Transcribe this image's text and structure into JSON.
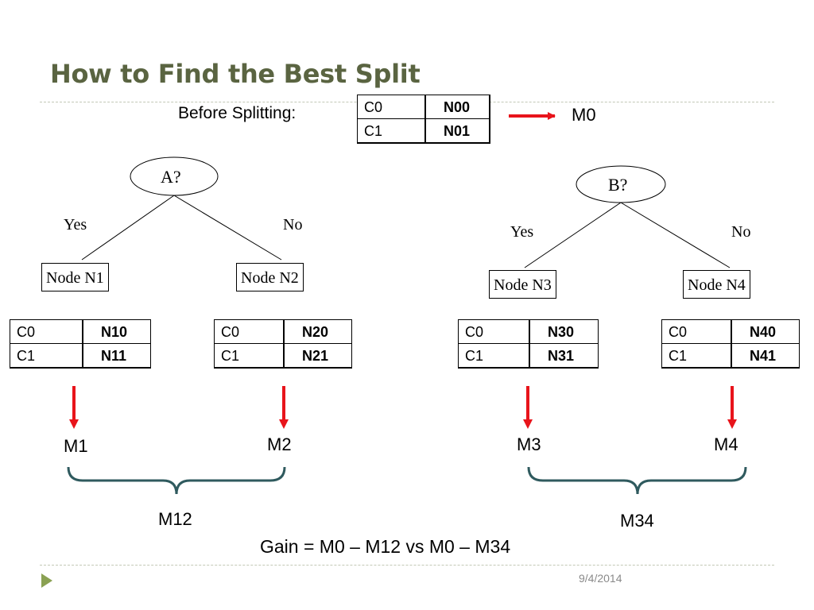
{
  "slide": {
    "title": "How to Find the Best Split",
    "date": "9/4/2014"
  },
  "before": {
    "label": "Before Splitting:",
    "rows": [
      {
        "c": "C0",
        "v": "N00"
      },
      {
        "c": "C1",
        "v": "N01"
      }
    ],
    "measure": "M0"
  },
  "tree_a": {
    "question": "A?",
    "yes_label": "Yes",
    "no_label": "No",
    "left_node": "Node N1",
    "right_node": "Node N2",
    "left_table": [
      {
        "c": "C0",
        "v": "N10"
      },
      {
        "c": "C1",
        "v": "N11"
      }
    ],
    "right_table": [
      {
        "c": "C0",
        "v": "N20"
      },
      {
        "c": "C1",
        "v": "N21"
      }
    ],
    "left_measure": "M1",
    "right_measure": "M2",
    "combined": "M12"
  },
  "tree_b": {
    "question": "B?",
    "yes_label": "Yes",
    "no_label": "No",
    "left_node": "Node N3",
    "right_node": "Node N4",
    "left_table": [
      {
        "c": "C0",
        "v": "N30"
      },
      {
        "c": "C1",
        "v": "N31"
      }
    ],
    "right_table": [
      {
        "c": "C0",
        "v": "N40"
      },
      {
        "c": "C1",
        "v": "N41"
      }
    ],
    "left_measure": "M3",
    "right_measure": "M4",
    "combined": "M34"
  },
  "gain_formula": "Gain = M0 – M12 vs  M0 – M34",
  "colors": {
    "title": "#5a6441",
    "arrow": "#e8141b",
    "brace": "#2f5a5e",
    "nav": "#8aa153"
  }
}
